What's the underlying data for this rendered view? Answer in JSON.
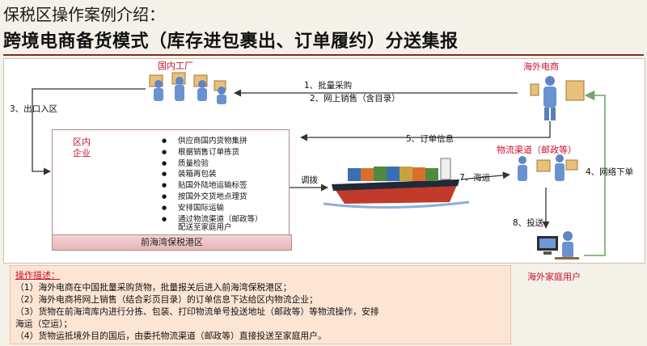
{
  "title": {
    "line1": "保税区操作案例介绍：",
    "line2": "跨境电商备货模式（库存进包裹出、订单履约）分送集报"
  },
  "nodes": {
    "domestic_factory": "国内工厂",
    "overseas_ecommerce": "海外电商",
    "zone_enterprise_line1": "区内",
    "zone_enterprise_line2": "企业",
    "logistics_channel": "物流渠道（邮政等）",
    "overseas_household": "海外家庭用户",
    "bonded_zone": "前海湾保税港区"
  },
  "flows": {
    "f1": "1、批量采购",
    "f2": "2、网上销售（含目录）",
    "f3": "3、出口入区",
    "f4": "4、网络下单",
    "f5": "5、订单信息",
    "f6": "调拨",
    "f7": "7、海运",
    "f8": "8、投送"
  },
  "zone_steps": [
    "供应商国内货物集拼",
    "根据销售订单拣货",
    "质量检验",
    "装箱再包装",
    "贴国外陆地运输标签",
    "按国外交货地点理货",
    "安排国际运输",
    "通过物流渠道（邮政等）",
    "配送至家庭用户"
  ],
  "description": {
    "heading": "操作描述：",
    "lines": [
      "（1）海外电商在中国批量采购货物，批量报关后进入前海湾保税港区；",
      "（2）海外电商将网上销售（结合彩页目录）的订单信息下达给区内物流企业；",
      "（3）货物在前海湾库内进行分拣、包装、打印物流单号投送地址（邮政等）等物流操作，安排",
      "海运（空运）；",
      "（4）货物运抵境外目的国后，由委托物流渠道（邮政等）直接投送至家庭用户。"
    ]
  },
  "colors": {
    "accent_red": "#c8102e",
    "arrow_green": "#7fb27a",
    "arrow_dark": "#333333",
    "zone_pink": "#e7b6b6"
  }
}
